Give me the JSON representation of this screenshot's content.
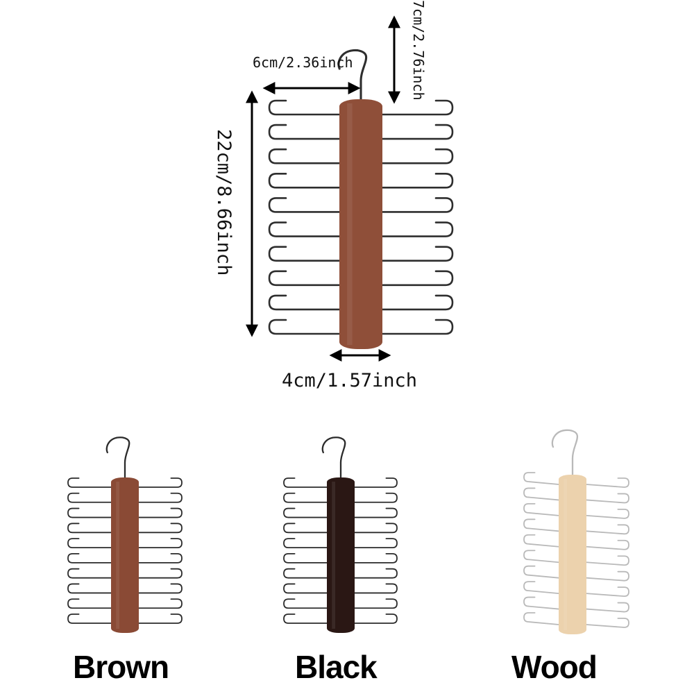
{
  "dimensions": {
    "width_label": "6cm/2.36inch",
    "hook_label": "7cm/2.76inch",
    "height_label": "22cm/8.66inch",
    "bar_label": "4cm/1.57inch"
  },
  "variants": [
    {
      "name": "Brown",
      "bar_color": "#8a4a35",
      "wire_color": "#2b2b2b"
    },
    {
      "name": "Black",
      "bar_color": "#2a1714",
      "wire_color": "#2b2b2b"
    },
    {
      "name": "Wood",
      "bar_color": "#ecd2ad",
      "wire_color": "#b9b9b9"
    }
  ],
  "main_hanger": {
    "bar_color": "#8f4f39",
    "wire_color": "#2e2e2e",
    "hook_count_per_side": 10
  }
}
